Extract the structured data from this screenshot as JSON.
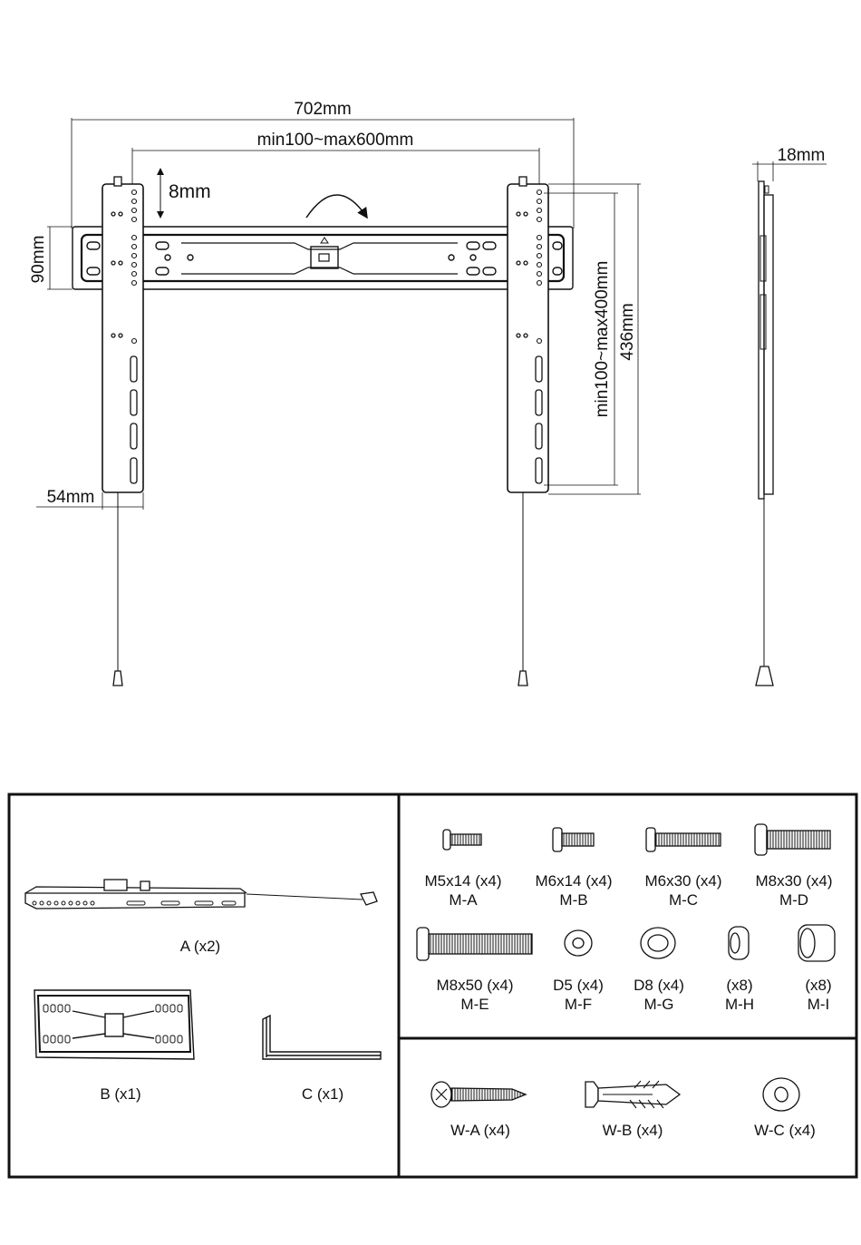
{
  "dimensions": {
    "total_width": "702mm",
    "horizontal_vesa": "min100~max600mm",
    "tilt_offset": "8mm",
    "plate_height": "90mm",
    "arm_width": "54mm",
    "vertical_vesa": "min100~max400mm",
    "arm_height": "436mm",
    "depth": "18mm"
  },
  "parts": {
    "A": "A (x2)",
    "B": "B (x1)",
    "C": "C (x1)"
  },
  "screws": [
    {
      "size": "M5x14 (x4)",
      "code": "M-A"
    },
    {
      "size": "M6x14 (x4)",
      "code": "M-B"
    },
    {
      "size": "M6x30 (x4)",
      "code": "M-C"
    },
    {
      "size": "M8x30 (x4)",
      "code": "M-D"
    },
    {
      "size": "M8x50 (x4)",
      "code": "M-E"
    },
    {
      "size": "D5 (x4)",
      "code": "M-F"
    },
    {
      "size": "D8 (x4)",
      "code": "M-G"
    },
    {
      "size": "(x8)",
      "code": "M-H"
    },
    {
      "size": "(x8)",
      "code": "M-I"
    }
  ],
  "wall_hardware": [
    {
      "label": "W-A (x4)"
    },
    {
      "label": "W-B (x4)"
    },
    {
      "label": "W-C (x4)"
    }
  ]
}
